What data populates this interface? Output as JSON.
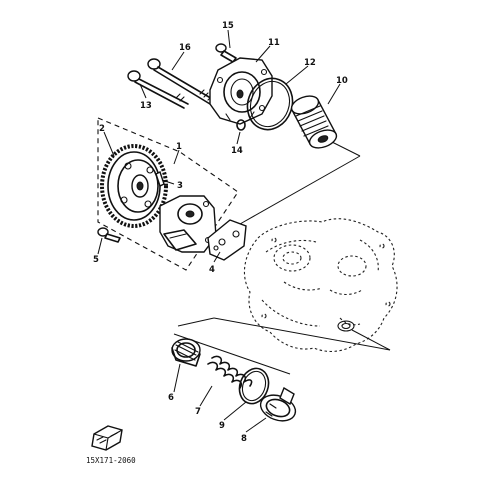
{
  "callouts": {
    "c1": "1",
    "c2": "2",
    "c3": "3",
    "c4": "4",
    "c5": "5",
    "c6": "6",
    "c7": "7",
    "c8": "8",
    "c9": "9",
    "c10": "10",
    "c11": "11",
    "c12": "12",
    "c13": "13",
    "c14": "14",
    "c15": "15",
    "c16": "16"
  },
  "reference_code": "15X171-2060"
}
